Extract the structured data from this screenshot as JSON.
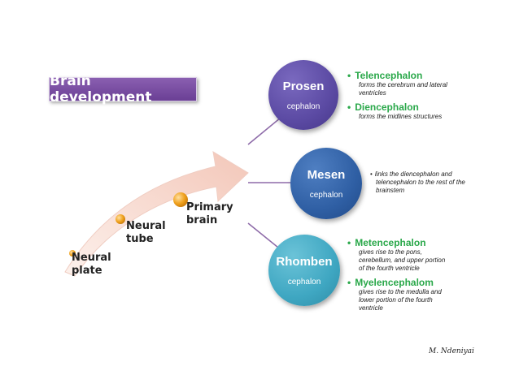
{
  "title": "Brain development",
  "stages": [
    {
      "label_line1": "Neural",
      "label_line2": "plate"
    },
    {
      "label_line1": "Neural",
      "label_line2": "tube"
    },
    {
      "label_line1": "Primary",
      "label_line2": "brain"
    }
  ],
  "circles": [
    {
      "main": "Prosen",
      "sub": "cephalon",
      "color": "#5b4aa3"
    },
    {
      "main": "Mesen",
      "sub": "cephalon",
      "color": "#2f5fa4"
    },
    {
      "main": "Rhomben",
      "sub": "cephalon",
      "color": "#3fa7c2"
    }
  ],
  "prosen_bullets": [
    {
      "name": "Telencephalon",
      "desc_line1": "forms the cerebrum and lateral",
      "desc_line2": "ventricles"
    },
    {
      "name": "Diencephalon",
      "desc_line1": "forms the midlines structures",
      "desc_line2": ""
    }
  ],
  "mesen_text": {
    "line1": "links the diencephalon and",
    "line2": "telencephalon to the rest of the",
    "line3": "brainstem"
  },
  "rhomben_bullets": [
    {
      "name": "Metencephalon",
      "desc_line1": "gives rise to the pons,",
      "desc_line2": "cerebellum, and upper portion",
      "desc_line3": "of the fourth ventricle"
    },
    {
      "name": "Myelencephalom",
      "desc_line1": "gives rise to the medulla and",
      "desc_line2": "lower portion of the fourth",
      "desc_line3": "ventricle"
    }
  ],
  "signature": "M. Ndeniyai",
  "colors": {
    "arrow": "#f7d9cf",
    "node": "#f0a21e",
    "connector": "#8d6aa8",
    "bullet_head": "#2aa84a"
  }
}
